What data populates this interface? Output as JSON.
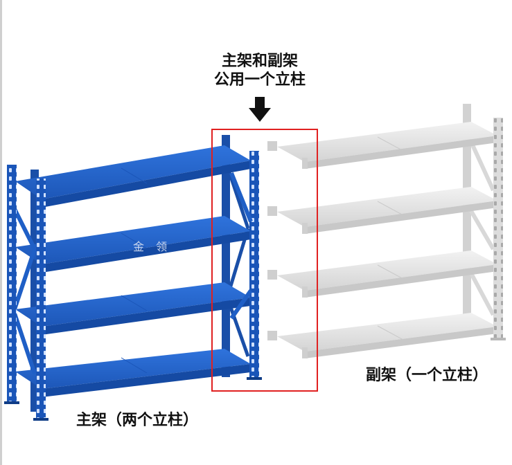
{
  "callout": {
    "line1": "主架和副架",
    "line2": "公用一个立柱"
  },
  "labels": {
    "main_frame": "主架（两个立柱）",
    "sub_frame": "副架（一个立柱）"
  },
  "watermark": "金 领",
  "colors": {
    "main_frame": "#1f5fc6",
    "sub_frame": "#e3e3e3",
    "highlight": "#e02020",
    "arrow": "#111111"
  },
  "icons": {
    "arrow": "down-arrow-icon"
  }
}
